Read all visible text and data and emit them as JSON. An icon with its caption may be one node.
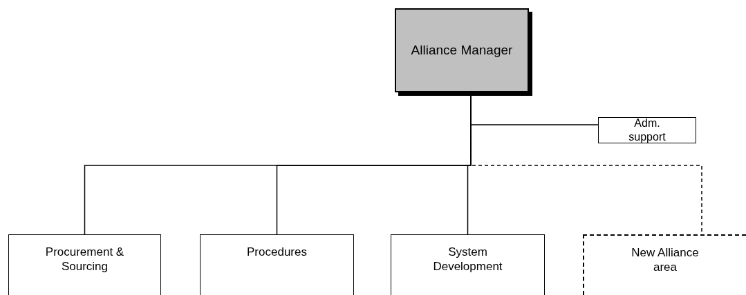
{
  "diagram": {
    "nodes": [
      {
        "text": [
          "Alliance Manager"
        ]
      },
      {
        "text": [
          "Adm. support"
        ]
      },
      {
        "text": [
          "Procurement & Sourcing"
        ]
      },
      {
        "text": [
          "Procedures"
        ]
      },
      {
        "text": [
          "System Development"
        ]
      },
      {
        "text": [
          "New Alliance area"
        ]
      }
    ],
    "edges": [
      {
        "from": 0,
        "to": 1,
        "arrow": "none"
      },
      {
        "from": 0,
        "to": 2,
        "arrow": "none"
      },
      {
        "from": 0,
        "to": 3,
        "arrow": "none"
      },
      {
        "from": 0,
        "to": 4,
        "arrow": "none"
      },
      {
        "from": 0,
        "to": 5,
        "arrow": "none",
        "style": "dashed"
      }
    ]
  }
}
